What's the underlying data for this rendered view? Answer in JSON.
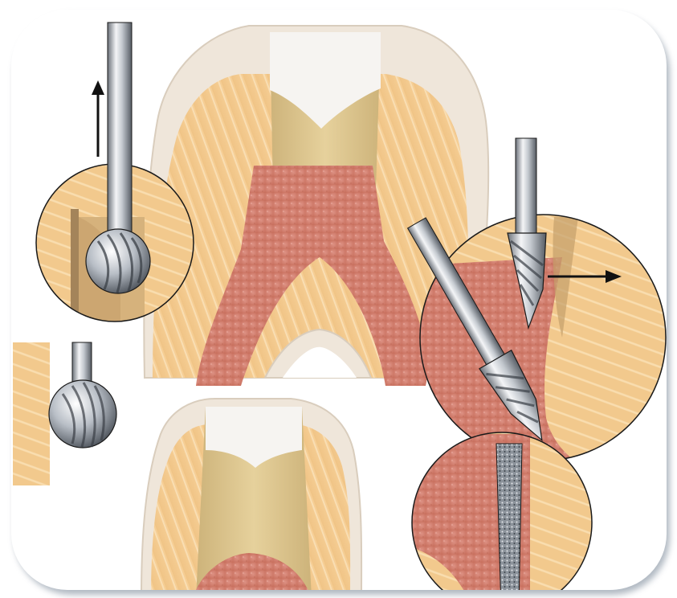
{
  "illustration": {
    "subject": "tooth-cross-section-with-burs",
    "colors": {
      "background": "#ffffff",
      "frame_shadow": "#6f7f90",
      "enamel": "#efe6da",
      "enamel_edge": "#d9cdbd",
      "dentin": "#f2c98d",
      "dentin_light": "#f8dcaa",
      "dentin_streak": "#fbe6c0",
      "crown_restoration": "#e2cc95",
      "crown_restoration_dark": "#cdb37a",
      "crown_top": "#f6f4f1",
      "pulp": "#d98678",
      "pulp_dark": "#c56d60",
      "pulp_speckle": "#e9a99d",
      "metal_light": "#f4f5f7",
      "metal_mid": "#b8bec6",
      "metal_dark": "#5a6068",
      "outline": "#1a1a1a"
    },
    "panels": [
      {
        "id": "round-bur-magnified",
        "icon": "magnifier-circle-icon"
      },
      {
        "id": "round-bur-swatch",
        "icon": "bur-icon"
      },
      {
        "id": "tapered-burs-magnified",
        "icon": "magnifier-circle-icon"
      },
      {
        "id": "diamond-bur-magnified",
        "icon": "magnifier-circle-icon"
      }
    ],
    "arrows": [
      {
        "id": "withdraw-arrow",
        "direction": "up"
      },
      {
        "id": "lateral-arrow",
        "direction": "right"
      }
    ]
  }
}
